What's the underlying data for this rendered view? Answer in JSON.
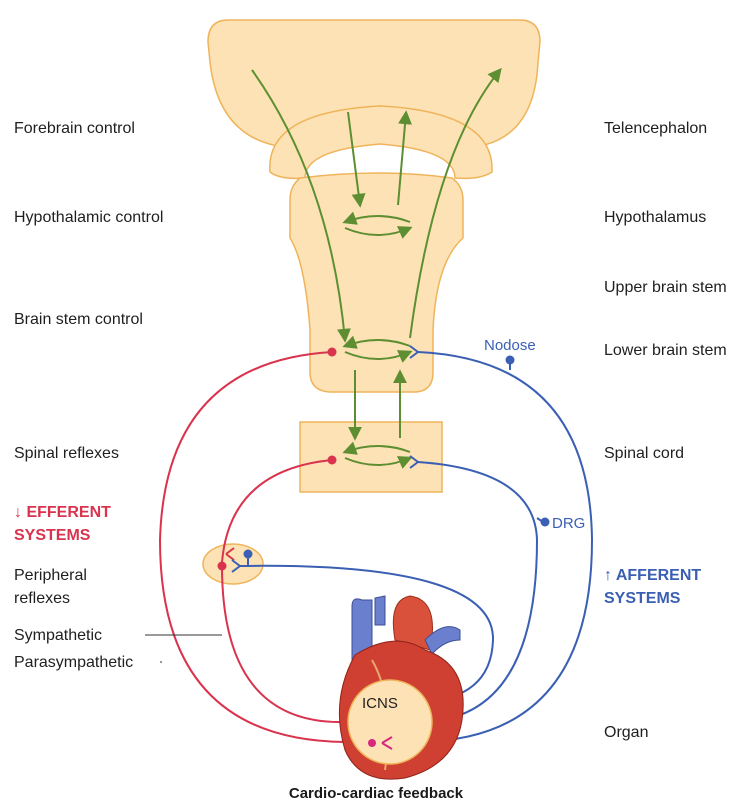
{
  "left_labels": {
    "forebrain": "Forebrain control",
    "hypothalamic": "Hypothalamic control",
    "brainstem": "Brain stem control",
    "spinal": "Spinal reflexes",
    "efferent_line1": "↓ EFFERENT",
    "efferent_line2": "SYSTEMS",
    "peripheral_line1": "Peripheral",
    "peripheral_line2": "reflexes",
    "sympathetic": "Sympathetic",
    "parasympathetic": "Parasympathetic"
  },
  "right_labels": {
    "telencephalon": "Telencephalon",
    "hypothalamus": "Hypothalamus",
    "upper_brain_stem": "Upper brain stem",
    "lower_brain_stem": "Lower brain stem",
    "spinal_cord": "Spinal cord",
    "afferent_line1": "↑ AFFERENT",
    "afferent_line2": "SYSTEMS",
    "organ": "Organ"
  },
  "nodes": {
    "nodose": "Nodose",
    "drg": "DRG",
    "icns": "ICNS"
  },
  "caption": "Cardio-cardiac feedback",
  "colors": {
    "efferent": "#d9334d",
    "afferent": "#3a5fb3",
    "feedback": "#5d8f32",
    "tissue_fill": "#fde2b5",
    "tissue_stroke": "#efb45a",
    "parasympathetic_terminal": "#d6287d"
  }
}
